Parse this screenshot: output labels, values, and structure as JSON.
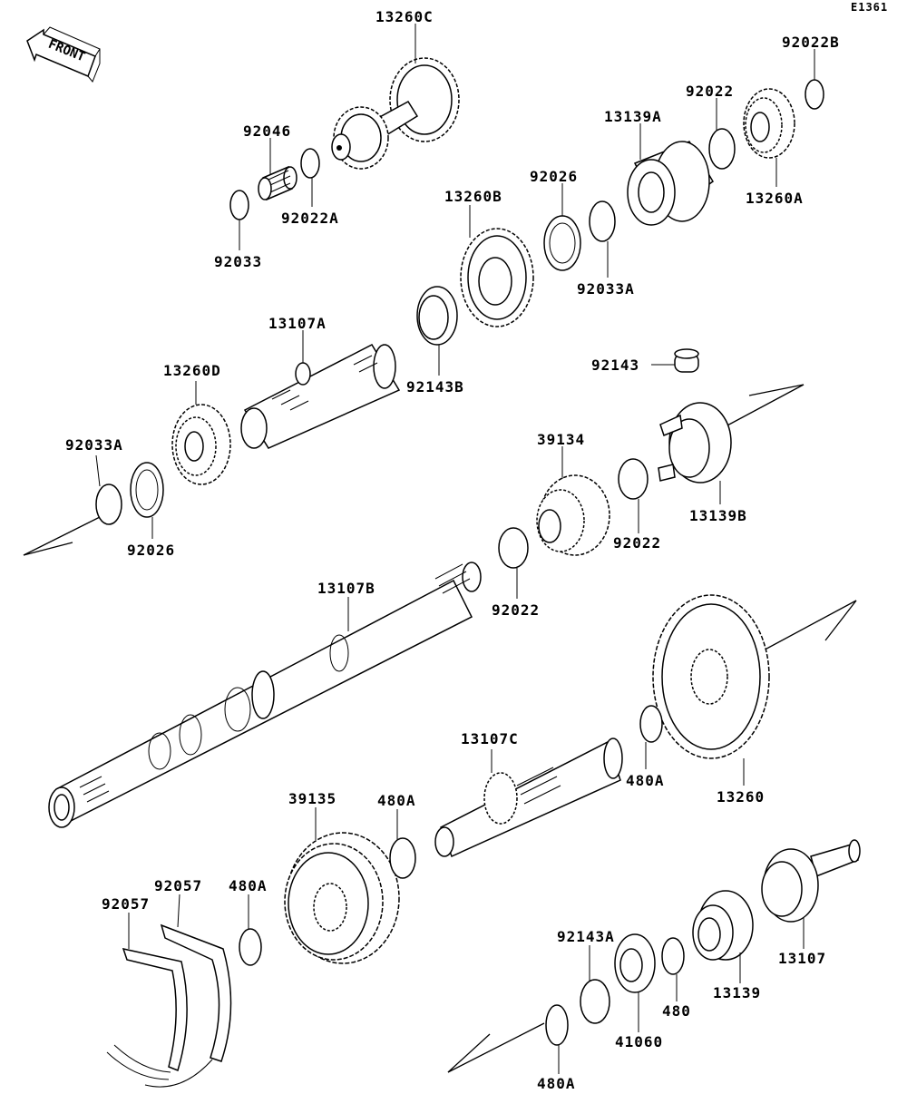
{
  "diagram_id": "E1361",
  "front_label": "FRONT",
  "labels": {
    "p13260C": "13260C",
    "p92046": "92046",
    "p92022A": "92022A",
    "p92033": "92033",
    "p92022B": "92022B",
    "p92022_top": "92022",
    "p13139A": "13139A",
    "p13260A": "13260A",
    "p92026_top": "92026",
    "p92033A_top": "92033A",
    "p13260B": "13260B",
    "p13107A": "13107A",
    "p92143B": "92143B",
    "p13260D": "13260D",
    "p92143": "92143",
    "p13139B": "13139B",
    "p39134": "39134",
    "p92022_mid": "92022",
    "p92033A_left": "92033A",
    "p92026_left": "92026",
    "p13107B": "13107B",
    "p92022_low": "92022",
    "p13260": "13260",
    "p480A_right": "480A",
    "p13107C": "13107C",
    "p39135": "39135",
    "p480A_mid": "480A",
    "p480A_left": "480A",
    "p92057_a": "92057",
    "p92057_b": "92057",
    "p92143A": "92143A",
    "p480": "480",
    "p13139": "13139",
    "p13107": "13107",
    "p41060": "41060",
    "p480A_bottom": "480A"
  }
}
